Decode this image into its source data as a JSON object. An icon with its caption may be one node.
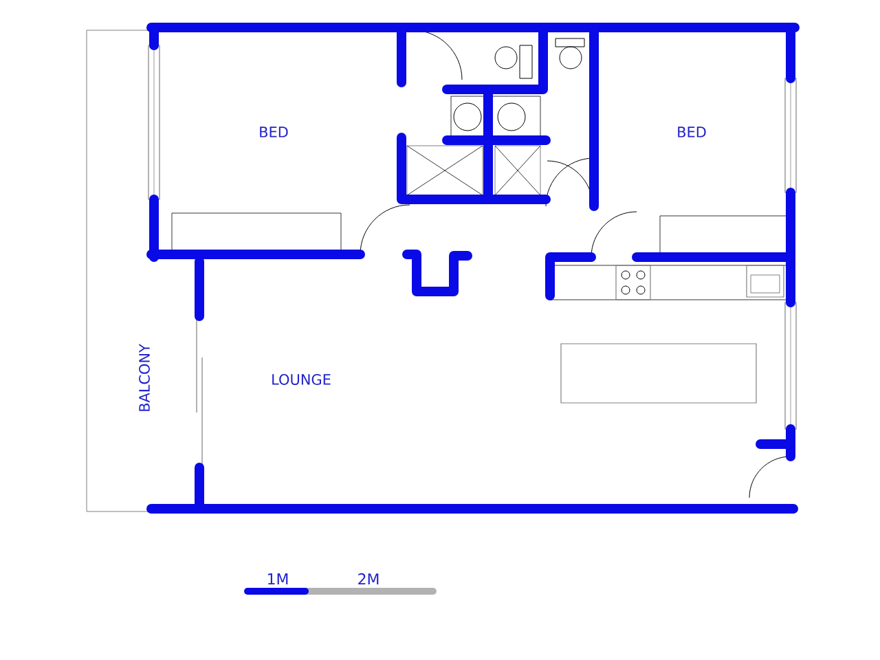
{
  "diagram": {
    "labels": [
      "BED",
      "BED",
      "BALCONY",
      "LOUNGE",
      "1M",
      "2M"
    ]
  }
}
